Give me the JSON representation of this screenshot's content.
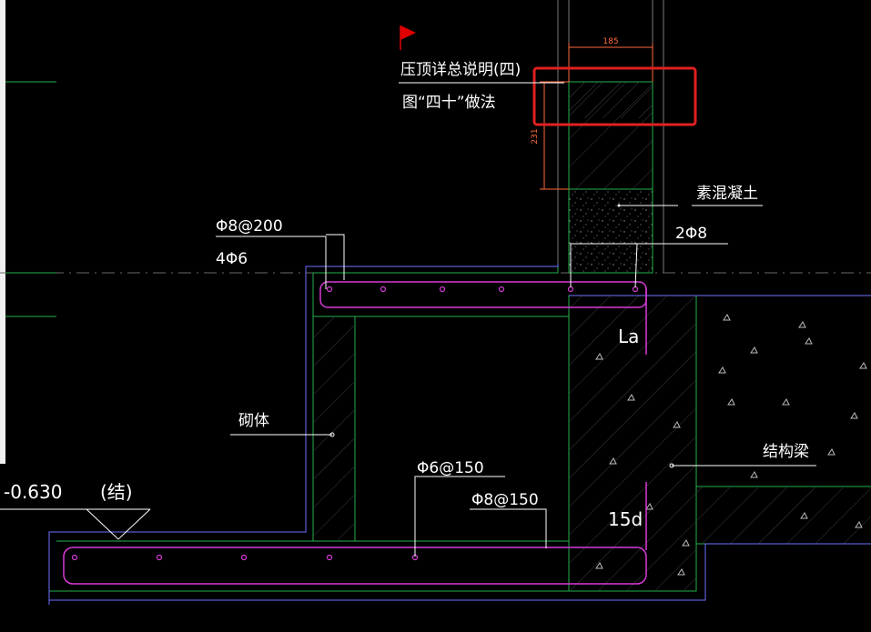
{
  "labels": {
    "note_line1": "压顶详总说明(四)",
    "note_line2": "图“四十”做法",
    "dim_width": "185",
    "dim_height": "231",
    "plain_concrete": "素混凝土",
    "rebar_top": "2Φ8",
    "stirrup_top": "Φ8@200",
    "longbar_top": "4Φ6",
    "anchor_la": "La",
    "masonry": "砌体",
    "struct_beam": "结构梁",
    "elevation": "-0.630",
    "elevation_tag": "(结)",
    "rebar_bottom1": "Φ6@150",
    "rebar_bottom2": "Φ8@150",
    "anchor_15d": "15d"
  },
  "colors": {
    "background": "#000000",
    "green_line": "#22b14c",
    "magenta_rebar": "#d83bd8",
    "blue_line": "#6f72ff",
    "white": "#ffffff",
    "red_highlight": "#e02020",
    "dim_orange": "#ff6a3d",
    "flag_red": "#e00000",
    "grey_line": "#7a7a7a"
  }
}
